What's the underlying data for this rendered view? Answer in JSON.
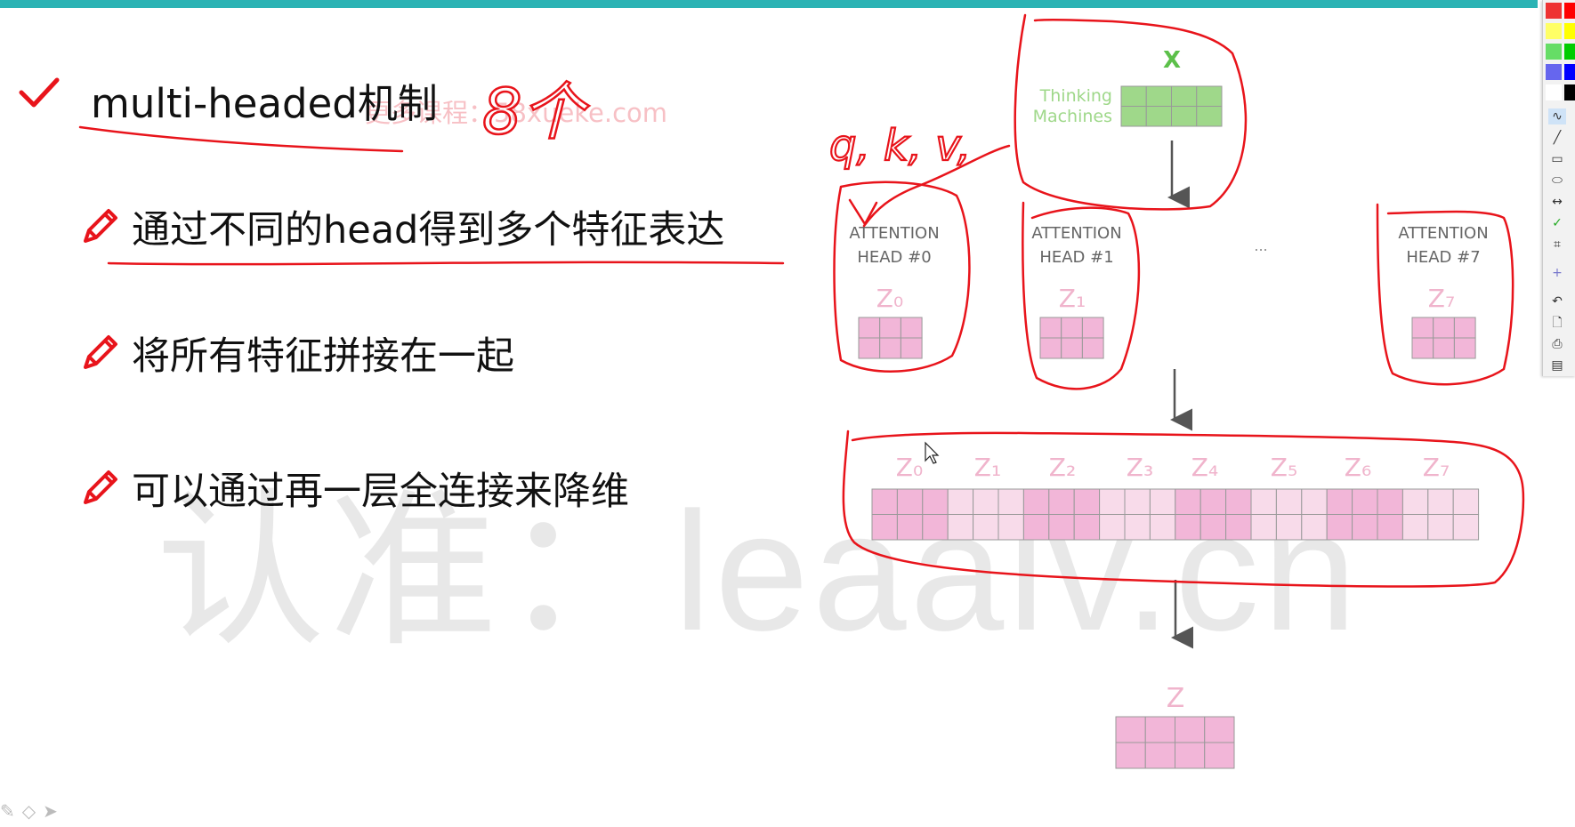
{
  "slide": {
    "title": "multi-headed机制",
    "bullets": [
      "通过不同的head得到多个特征表达",
      "将所有特征拼接在一起",
      "可以通过再一层全连接来降维"
    ],
    "watermark_small": "更多课程：58xueke.com",
    "watermark_big": "认准：leaalv.cn"
  },
  "diagram": {
    "input_label": "X",
    "input_words": [
      "Thinking",
      "Machines"
    ],
    "heads": [
      {
        "line1": "ATTENTION",
        "line2": "HEAD #0",
        "z": "Z₀"
      },
      {
        "line1": "ATTENTION",
        "line2": "HEAD #1",
        "z": "Z₁"
      },
      {
        "line1": "ATTENTION",
        "line2": "HEAD #7",
        "z": "Z₇"
      }
    ],
    "ellipsis": "...",
    "concat_labels": [
      "Z₀",
      "Z₁",
      "Z₂",
      "Z₃",
      "Z₄",
      "Z₅",
      "Z₆",
      "Z₇"
    ],
    "output_label": "Z"
  },
  "annotations": {
    "count": "8个",
    "qkv": "q, k, v,"
  },
  "colors": {
    "accent_bar": "#2bb3b4",
    "ink_red": "#e8141b",
    "green_cell": "#9fd88a",
    "pink_dark": "#f2b6d8",
    "pink_light": "#f8dbea",
    "label_pink": "#f0b4cc"
  }
}
